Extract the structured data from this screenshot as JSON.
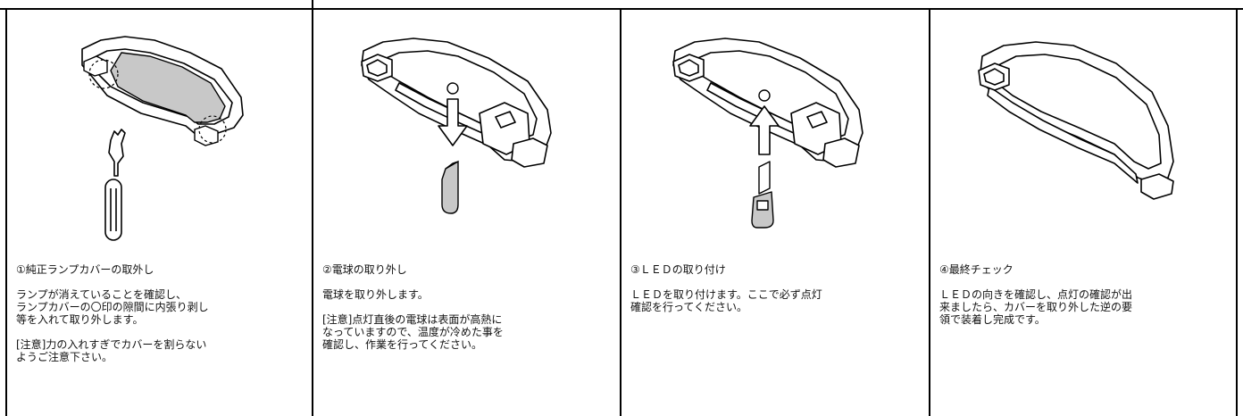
{
  "steps": [
    {
      "title": "①純正ランプカバーの取外し",
      "body": "ランプが消えていることを確認し、\nランプカバーの〇印の隙間に内張り剥し\n等を入れて取り外します。",
      "note": "[注意]力の入れすぎでカバーを割らない\nようご注意下さい。"
    },
    {
      "title": "②電球の取り外し",
      "body": "電球を取り外します。",
      "note": "[注意]点灯直後の電球は表面が高熱に\nなっていますので、温度が冷めた事を\n確認し、作業を行ってください。"
    },
    {
      "title": "③ＬＥＤの取り付け",
      "body": "ＬＥＤを取り付けます。ここで必ず点灯\n確認を行ってください。"
    },
    {
      "title": "④最終チェック",
      "body": "ＬＥＤの向きを確認し、点灯の確認が出\n来ましたら、カバーを取り外した逆の要\n領で装着し完成です。"
    }
  ]
}
